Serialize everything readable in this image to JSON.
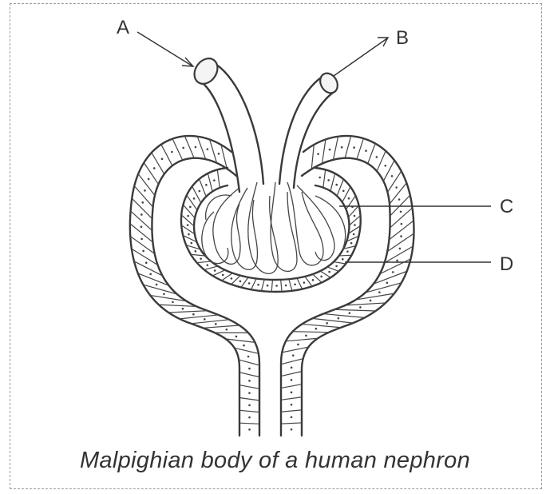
{
  "labels": {
    "a": "A",
    "b": "B",
    "c": "C",
    "d": "D"
  },
  "caption": "Malpighian body of a human nephron",
  "colors": {
    "ink": "#3a3a3a",
    "paper": "#ffffff"
  }
}
